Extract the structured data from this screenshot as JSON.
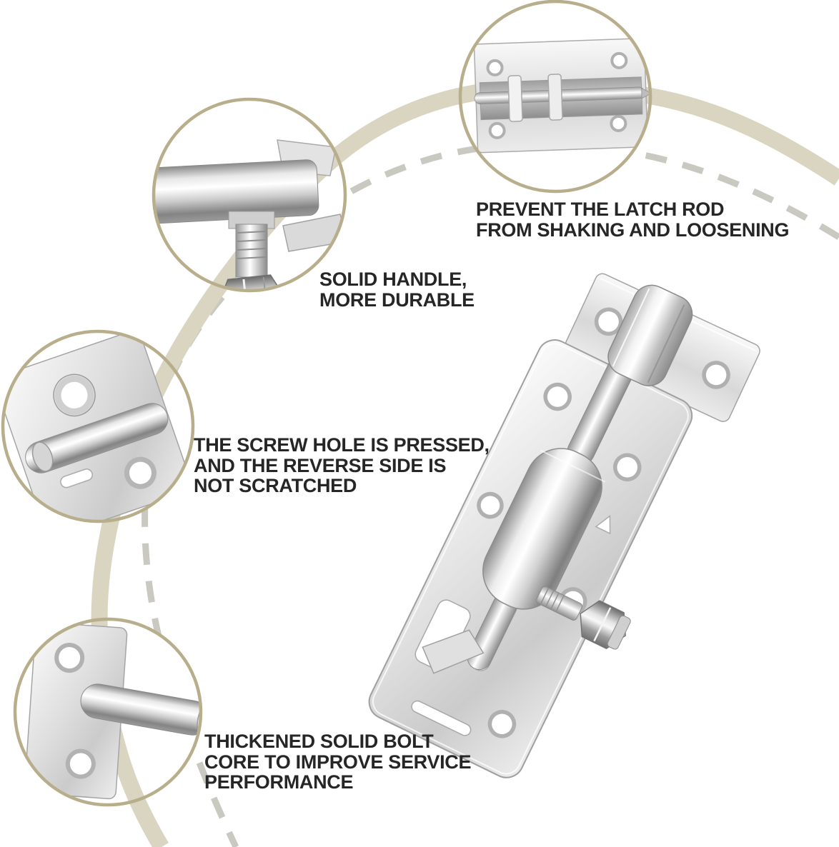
{
  "image": {
    "kind": "product infographic",
    "subject": "stainless steel barrel bolt door latch with four zoom detail circles"
  },
  "colors": {
    "background": "#ffffff",
    "ring_border": "#b9ae8b",
    "solid_band": "#d9d5c1",
    "dashed_arc": "#c9c9c1",
    "text": "#262626",
    "metal_light": "#f5f5f5",
    "metal_mid": "#c9c9c9",
    "metal_dark": "#8a8a8a"
  },
  "callouts": [
    {
      "id": "latch-rod",
      "lines": [
        "PREVENT THE LATCH ROD",
        "FROM SHAKING AND LOOSENING"
      ]
    },
    {
      "id": "handle",
      "lines": [
        "SOLID HANDLE,",
        "MORE DURABLE"
      ]
    },
    {
      "id": "screw-hole",
      "lines": [
        "THE SCREW HOLE IS PRESSED,",
        "AND THE REVERSE SIDE IS",
        "NOT SCRATCHED"
      ]
    },
    {
      "id": "bolt-core",
      "lines": [
        "THICKENED SOLID BOLT",
        "CORE TO IMPROVE SERVICE",
        "PERFORMANCE"
      ]
    }
  ]
}
